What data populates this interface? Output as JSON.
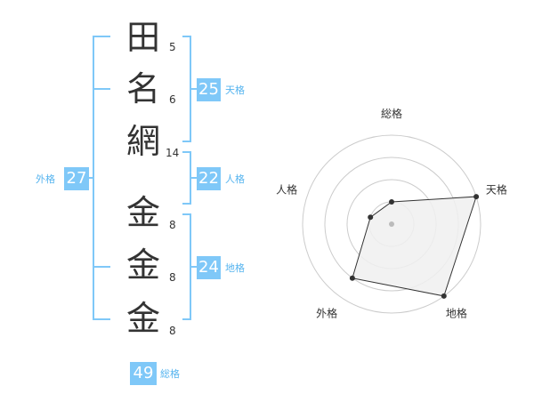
{
  "name_chars": [
    {
      "char": "田",
      "strokes": "5"
    },
    {
      "char": "名",
      "strokes": "6"
    },
    {
      "char": "網",
      "strokes": "14"
    },
    {
      "char": "金",
      "strokes": "8"
    },
    {
      "char": "金",
      "strokes": "8"
    },
    {
      "char": "金",
      "strokes": "8"
    }
  ],
  "kaku": {
    "tenkaku": {
      "value": "25",
      "label": "天格"
    },
    "jinkaku": {
      "value": "22",
      "label": "人格"
    },
    "chikaku": {
      "value": "24",
      "label": "地格"
    },
    "gaikaku": {
      "value": "27",
      "label": "外格"
    },
    "soukaku": {
      "value": "49",
      "label": "総格"
    }
  },
  "chart_data": {
    "type": "radar",
    "axes": [
      "総格",
      "天格",
      "地格",
      "外格",
      "人格"
    ],
    "values": [
      1,
      4,
      4,
      3,
      1
    ],
    "max": 4,
    "rings": 4,
    "colors": {
      "fill": "#f0f0f0",
      "stroke": "#333333",
      "grid": "#cccccc",
      "center": "#bbbbbb"
    }
  }
}
